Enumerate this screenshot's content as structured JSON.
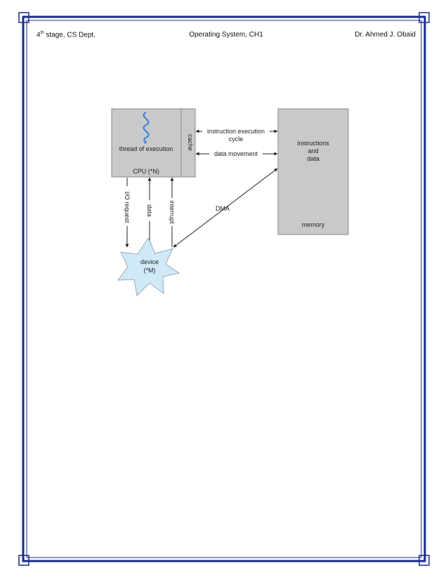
{
  "header": {
    "left_stage_num": "4",
    "left_stage_sup": "th",
    "left_rest": " stage, CS Dept.",
    "center": "Operating System, CH1",
    "right": "Dr. Ahmed J. Obaid"
  },
  "diagram": {
    "cpu_thread": "thread of execution",
    "cpu_label": "CPU (*N)",
    "cache_label": "cache",
    "instr_line1": "instruction execution",
    "instr_line2": "cycle",
    "data_movement": "data movement",
    "mem_line1": "instructions",
    "mem_line2": "and",
    "mem_line3": "data",
    "memory_label": "memory",
    "io_request": "I/O request",
    "data_label": "data",
    "interrupt": "interrupt",
    "dma": "DMA",
    "device_line1": "device",
    "device_line2": "(*M)"
  },
  "colors": {
    "border": "#1a2a8c",
    "box_fill": "#c8c9cb",
    "device_fill": "#cfe9f7",
    "wave": "#3a7bd5"
  }
}
